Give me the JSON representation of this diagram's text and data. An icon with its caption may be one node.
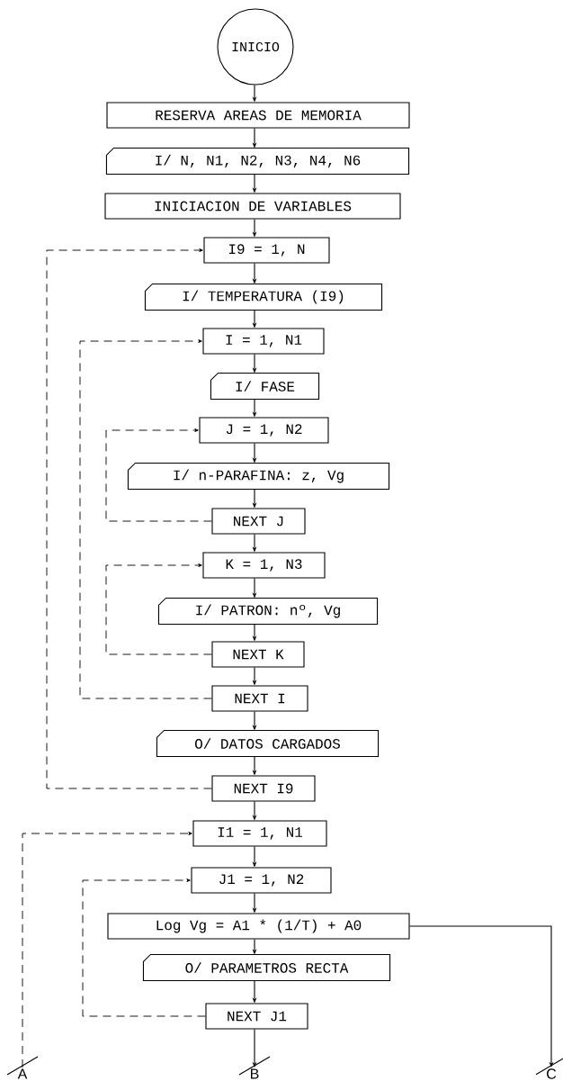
{
  "diagram": {
    "nodes": [
      {
        "text": [
          "INICIO"
        ]
      },
      {
        "text": [
          "RESERVA AREAS DE MEMORIA"
        ]
      },
      {
        "text": [
          "I/ N, N1, N2, N3, N4, N6"
        ]
      },
      {
        "text": [
          "INICIACION DE VARIABLES"
        ]
      },
      {
        "text": [
          "I9 = 1, N"
        ]
      },
      {
        "text": [
          "I/ TEMPERATURA (I9)"
        ]
      },
      {
        "text": [
          "I = 1, N1"
        ]
      },
      {
        "text": [
          "I/ FASE"
        ]
      },
      {
        "text": [
          "J = 1, N2"
        ]
      },
      {
        "text": [
          "I/ n-PARAFINA: z, Vg"
        ]
      },
      {
        "text": [
          "NEXT J"
        ]
      },
      {
        "text": [
          "K = 1, N3"
        ]
      },
      {
        "text": [
          "I/ PATRON: nº, Vg"
        ]
      },
      {
        "text": [
          "NEXT K"
        ]
      },
      {
        "text": [
          "NEXT I"
        ]
      },
      {
        "text": [
          "O/ DATOS CARGADOS"
        ]
      },
      {
        "text": [
          "NEXT I9"
        ]
      },
      {
        "text": [
          "I1 = 1, N1"
        ]
      },
      {
        "text": [
          "J1 = 1, N2"
        ]
      },
      {
        "text": [
          "Log Vg = A1 * (1/T) + A0"
        ]
      },
      {
        "text": [
          "O/ PARAMETROS RECTA"
        ]
      },
      {
        "text": [
          "NEXT J1"
        ]
      },
      {
        "text": [
          "A"
        ]
      },
      {
        "text": [
          "B"
        ]
      },
      {
        "text": [
          "C"
        ]
      }
    ],
    "edges": [
      {
        "from": 0,
        "to": 1,
        "arrow": "to"
      },
      {
        "from": 1,
        "to": 2,
        "arrow": "to"
      },
      {
        "from": 2,
        "to": 3,
        "arrow": "to"
      },
      {
        "from": 3,
        "to": 4,
        "arrow": "to"
      },
      {
        "from": 4,
        "to": 5,
        "arrow": "to"
      },
      {
        "from": 5,
        "to": 6,
        "arrow": "to"
      },
      {
        "from": 6,
        "to": 7,
        "arrow": "to"
      },
      {
        "from": 7,
        "to": 8,
        "arrow": "to"
      },
      {
        "from": 8,
        "to": 9,
        "arrow": "to"
      },
      {
        "from": 9,
        "to": 10,
        "arrow": "to"
      },
      {
        "from": 10,
        "to": 11,
        "arrow": "to"
      },
      {
        "from": 11,
        "to": 12,
        "arrow": "to"
      },
      {
        "from": 12,
        "to": 13,
        "arrow": "to"
      },
      {
        "from": 13,
        "to": 14,
        "arrow": "to"
      },
      {
        "from": 14,
        "to": 15,
        "arrow": "to"
      },
      {
        "from": 15,
        "to": 16,
        "arrow": "to"
      },
      {
        "from": 16,
        "to": 17,
        "arrow": "to"
      },
      {
        "from": 17,
        "to": 18,
        "arrow": "to"
      },
      {
        "from": 18,
        "to": 19,
        "arrow": "to"
      },
      {
        "from": 19,
        "to": 20,
        "arrow": "to"
      },
      {
        "from": 20,
        "to": 21,
        "arrow": "to"
      },
      {
        "from": 21,
        "to": 23,
        "arrow": "to"
      },
      {
        "from": 19,
        "to": 24,
        "arrow": "to"
      },
      {
        "from": 10,
        "to": 8,
        "arrow": "to",
        "style": "dashed"
      },
      {
        "from": 13,
        "to": 11,
        "arrow": "to",
        "style": "dashed"
      },
      {
        "from": 14,
        "to": 6,
        "arrow": "to",
        "style": "dashed"
      },
      {
        "from": 16,
        "to": 4,
        "arrow": "to",
        "style": "dashed"
      },
      {
        "from": 21,
        "to": 18,
        "arrow": "to",
        "style": "dashed"
      },
      {
        "from": 22,
        "to": 17,
        "arrow": "to",
        "style": "dashed"
      }
    ]
  }
}
